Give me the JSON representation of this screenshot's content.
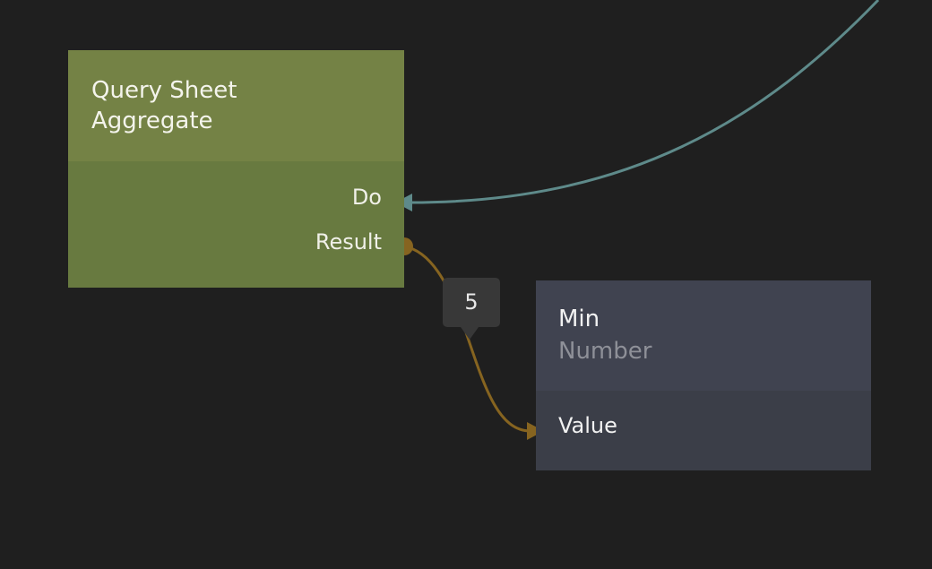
{
  "nodes": [
    {
      "title": "Query Sheet Aggregate",
      "color": "#748245",
      "outputs": [
        "Do",
        "Result"
      ]
    },
    {
      "title": "Min",
      "subtitle": "Number",
      "color": "#404350",
      "inputs": [
        "Value"
      ]
    }
  ],
  "connections": [
    {
      "to": "Do",
      "color": "#5e8a8a"
    },
    {
      "from": "Result",
      "to": "Value",
      "color": "#866420",
      "value_tooltip": "5"
    }
  ]
}
